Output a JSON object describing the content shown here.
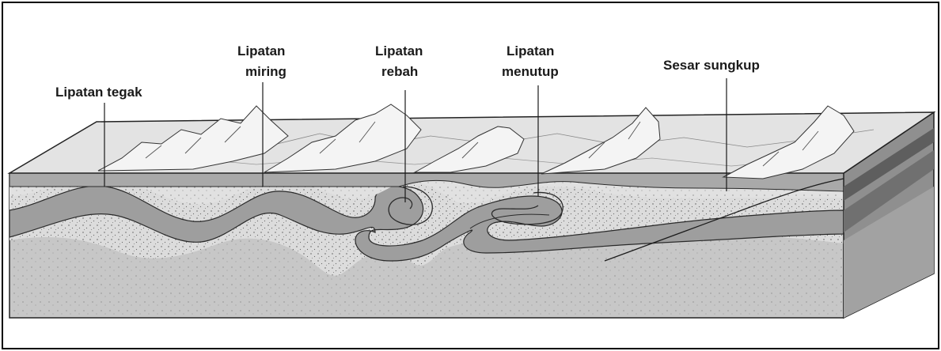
{
  "labels": {
    "tegak": "Lipatan tegak",
    "miring_1": "Lipatan",
    "miring_2": "miring",
    "rebah_1": "Lipatan",
    "rebah_2": "rebah",
    "menutup_1": "Lipatan",
    "menutup_2": "menutup",
    "sesar": "Sesar sungkup"
  },
  "colors": {
    "frame": "#000000",
    "sand_layer": "#d9d9d9",
    "dark_layer": "#9a9a9a",
    "base_layer": "#c4c4c4",
    "surface": "#dedede",
    "right_face": "#8f8f8f",
    "text": "#1a1a1a"
  }
}
